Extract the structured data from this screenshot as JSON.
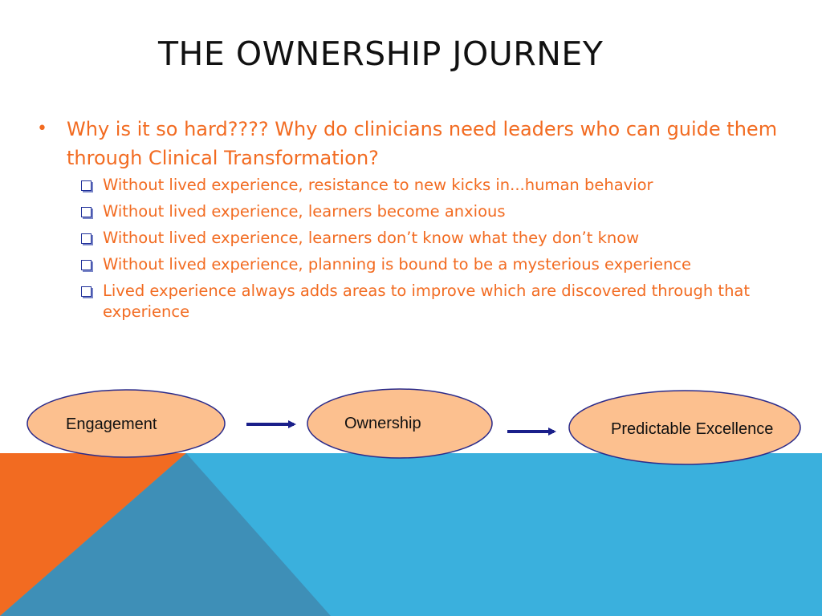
{
  "title": "THE OWNERSHIP JOURNEY",
  "main_bullet": {
    "bullet_glyph": "•",
    "text": "Why is it so hard????  Why do clinicians need leaders who can guide them through Clinical Transformation?"
  },
  "sub_bullets": [
    "Without lived experience, resistance to new kicks in...human behavior",
    "Without lived experience, learners become anxious",
    "Without lived experience, learners don’t know what they don’t know",
    "Without lived experience, planning is bound to be a mysterious experience",
    "Lived experience always adds areas to improve which are discovered through that experience"
  ],
  "diagram": {
    "nodes": [
      "Engagement",
      "Ownership",
      "Predictable Excellence"
    ]
  },
  "colors": {
    "text_accent": "#f26b21",
    "node_fill": "#fcc08f",
    "node_stroke": "#2a2a8a",
    "arrow": "#1a1f8a",
    "band_blue": "#3ab0dd",
    "band_orange": "#f26b21",
    "band_dark_blue": "#3e8fb7",
    "checkbox": "#1f2f99"
  },
  "icons": {
    "sub_bullet": "checkbox-square-icon",
    "connector": "right-arrow-icon"
  }
}
